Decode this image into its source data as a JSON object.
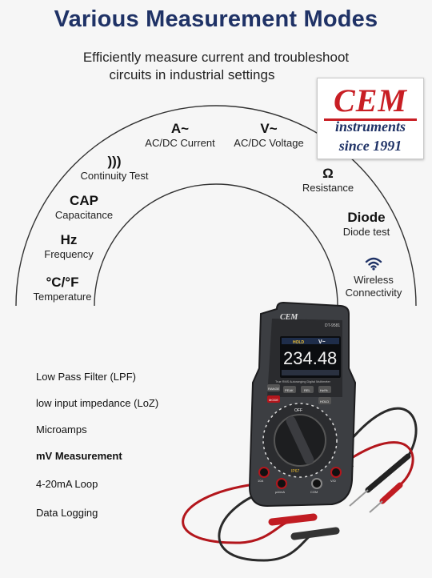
{
  "title": "Various Measurement Modes",
  "subtitle_line1": "Efficiently measure current and troubleshoot",
  "subtitle_line2": "circuits in industrial settings",
  "logo": {
    "brand": "CEM",
    "line2": "instruments",
    "line3": "since 1991"
  },
  "modes": [
    {
      "symbol": "°C/°F",
      "label": "Temperature"
    },
    {
      "symbol": "Hz",
      "label": "Frequency"
    },
    {
      "symbol": "CAP",
      "label": "Capacitance"
    },
    {
      "symbol": ")))",
      "label": "Continuity Test"
    },
    {
      "symbol": "A~",
      "label": "AC/DC Current"
    },
    {
      "symbol": "V~",
      "label": "AC/DC Voltage"
    },
    {
      "symbol": "Ω",
      "label": "Resistance"
    },
    {
      "symbol": "Diode",
      "label": "Diode test"
    },
    {
      "symbol": "wifi-icon",
      "label_line1": "Wireless",
      "label_line2": "Connectivity"
    }
  ],
  "features": [
    "Low Pass Filter (LPF)",
    "low input impedance (LoZ)",
    "Microamps",
    "mV Measurement",
    "4-20mA Loop",
    "Data Logging"
  ],
  "meter": {
    "brand": "CEM",
    "model": "DT-9581",
    "reading": "234.48",
    "mode": "V~",
    "hold_label": "HOLD",
    "tagline": "True RMS Autoranging Digital Multimeter",
    "buttons": [
      "RANGE",
      "PEAK",
      "REL",
      "Hz/%",
      "MODE",
      "HOLD"
    ],
    "dial_label": "OFF",
    "ip_rating": "IP67",
    "com_label": "COM",
    "jack_labels": [
      "10A",
      "µA/mA",
      "V/Ω"
    ]
  },
  "colors": {
    "title": "#1f3266",
    "brand_red": "#c81e24",
    "background": "#f6f6f6"
  }
}
